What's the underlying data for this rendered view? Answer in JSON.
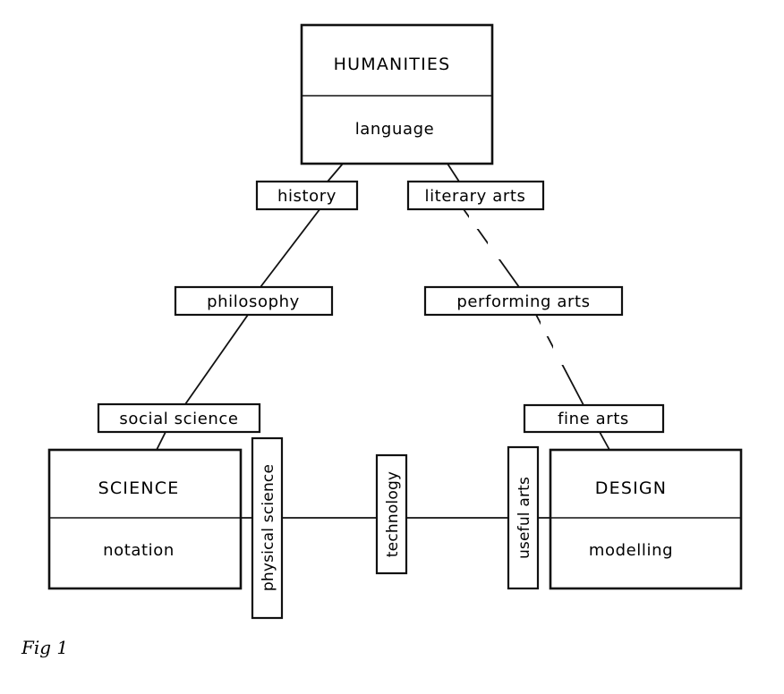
{
  "nodes": {
    "humanities": {
      "title": "HUMANITIES",
      "subtitle": "language"
    },
    "science": {
      "title": "SCIENCE",
      "subtitle": "notation"
    },
    "design": {
      "title": "DESIGN",
      "subtitle": "modelling"
    }
  },
  "labels": {
    "history": "history",
    "literary_arts": "literary arts",
    "philosophy": "philosophy",
    "performing_arts": "performing arts",
    "social_science": "social science",
    "fine_arts": "fine arts",
    "physical_science": "physical science",
    "technology": "technology",
    "useful_arts": "useful arts"
  },
  "caption": "Fig 1"
}
